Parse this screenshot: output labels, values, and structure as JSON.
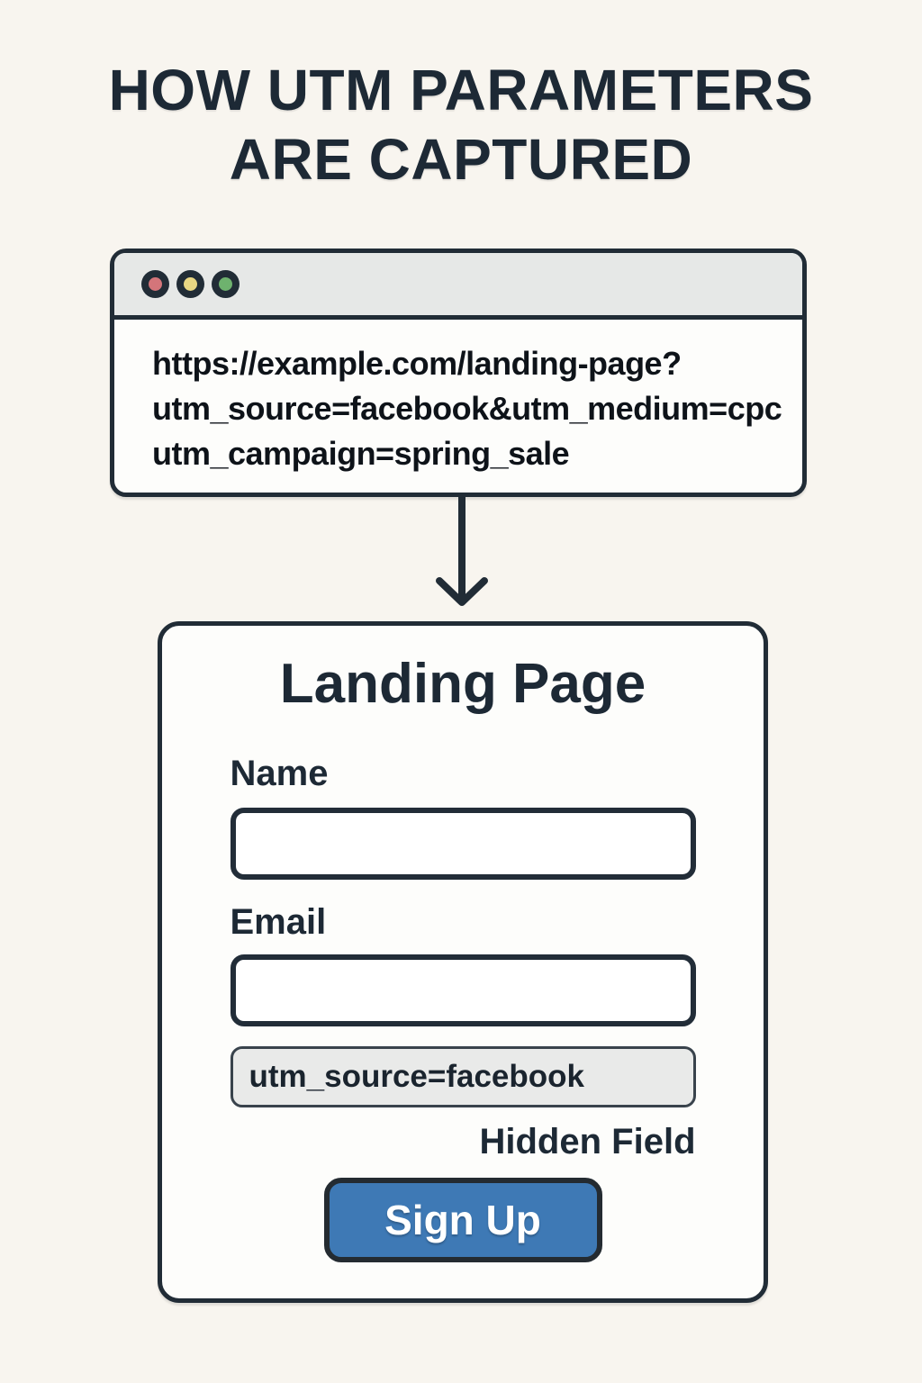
{
  "header": {
    "title_line1": "HOW UTM PARAMETERS",
    "title_line2": "ARE CAPTURED"
  },
  "browser_window": {
    "url_lines": [
      "https://example.com/landing-page?",
      "utm_source=facebook&utm_medium=cpc",
      "utm_campaign=spring_sale"
    ],
    "traffic_lights": [
      {
        "name": "close",
        "color": "#d4757a"
      },
      {
        "name": "minimize",
        "color": "#e9d783"
      },
      {
        "name": "maximize",
        "color": "#6eb26e"
      }
    ]
  },
  "landing_page": {
    "title": "Landing Page",
    "name_label": "Name",
    "name_value": "",
    "email_label": "Email",
    "email_value": "",
    "hidden_field_value": "utm_source=facebook",
    "hidden_field_caption": "Hidden Field",
    "signup_button_label": "Sign Up"
  },
  "colors": {
    "background": "#f8f5ef",
    "ink": "#1d2935",
    "outline": "#212c36",
    "titlebar_gray": "#e6e8e7",
    "hidden_field_gray": "#e9eae9",
    "button_blue": "#3e79b5",
    "button_text": "#ffffff"
  }
}
